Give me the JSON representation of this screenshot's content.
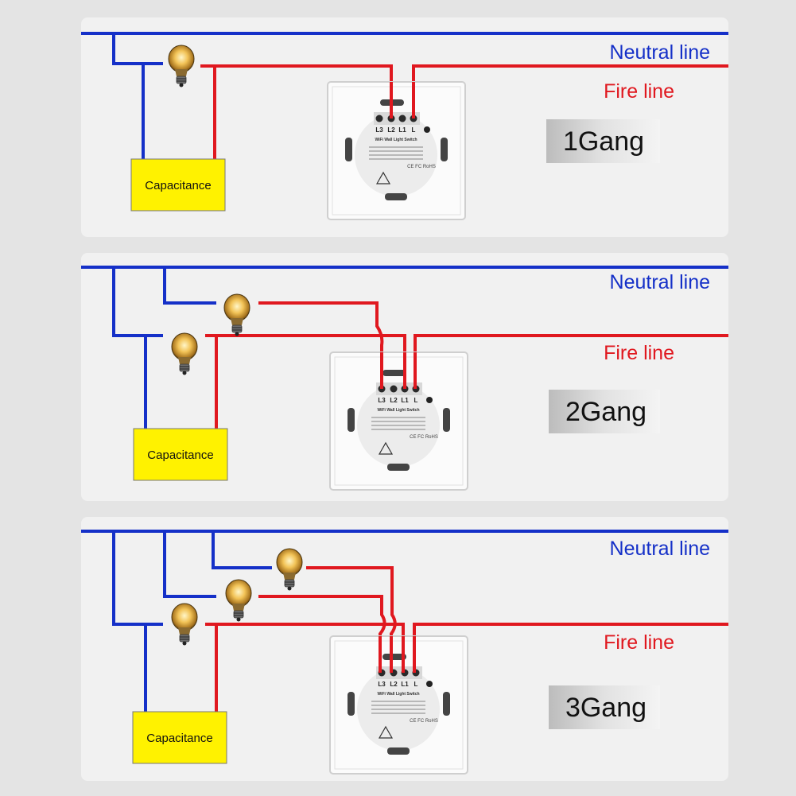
{
  "colors": {
    "neutral": "#1530c8",
    "fire": "#e0181f",
    "capacitance": "#fff200",
    "panel": "#f1f1f1"
  },
  "panels": [
    {
      "gang_label": "1Gang",
      "neutral_label": "Neutral line",
      "fire_label": "Fire line",
      "capacitance_label": "Capacitance"
    },
    {
      "gang_label": "2Gang",
      "neutral_label": "Neutral line",
      "fire_label": "Fire line",
      "capacitance_label": "Capacitance"
    },
    {
      "gang_label": "3Gang",
      "neutral_label": "Neutral line",
      "fire_label": "Fire line",
      "capacitance_label": "Capacitance"
    }
  ],
  "switch": {
    "terminals": [
      "L3",
      "L2",
      "L1",
      "L"
    ],
    "title": "WiFi Wall Light Switch",
    "marks": "CE FC RoHS"
  }
}
